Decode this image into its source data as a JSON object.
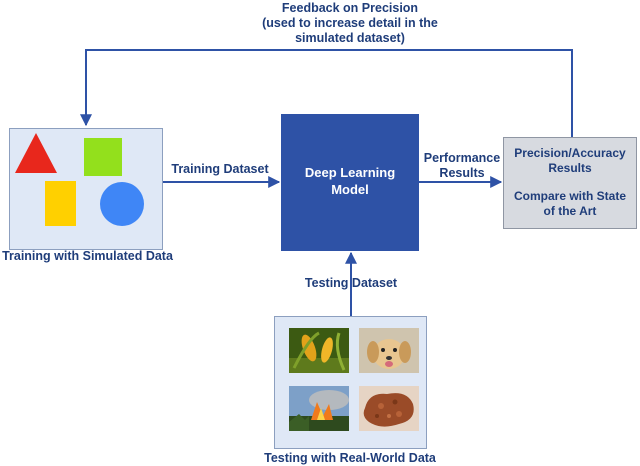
{
  "feedback": {
    "line1": "Feedback on Precision",
    "line2": "(used to increase detail in the",
    "line3": "simulated dataset)"
  },
  "training_dataset_label": "Training Dataset",
  "training_caption": "Training with Simulated Data",
  "model": {
    "line1": "Deep Learning",
    "line2": "Model"
  },
  "performance": {
    "line1": "Performance",
    "line2": "Results"
  },
  "results_box": {
    "line1": "Precision/Accuracy",
    "line2": "Results",
    "line3": "Compare with State",
    "line4": "of the Art"
  },
  "testing_dataset_label": "Testing Dataset",
  "testing_caption": "Testing with Real-World Data",
  "colors": {
    "arrow": "#2e52a6",
    "model_box": "#2e52a6",
    "triangle": "#e8271c",
    "square": "#93e01c",
    "rectangle": "#ffd000",
    "circle": "#3f86f6"
  }
}
